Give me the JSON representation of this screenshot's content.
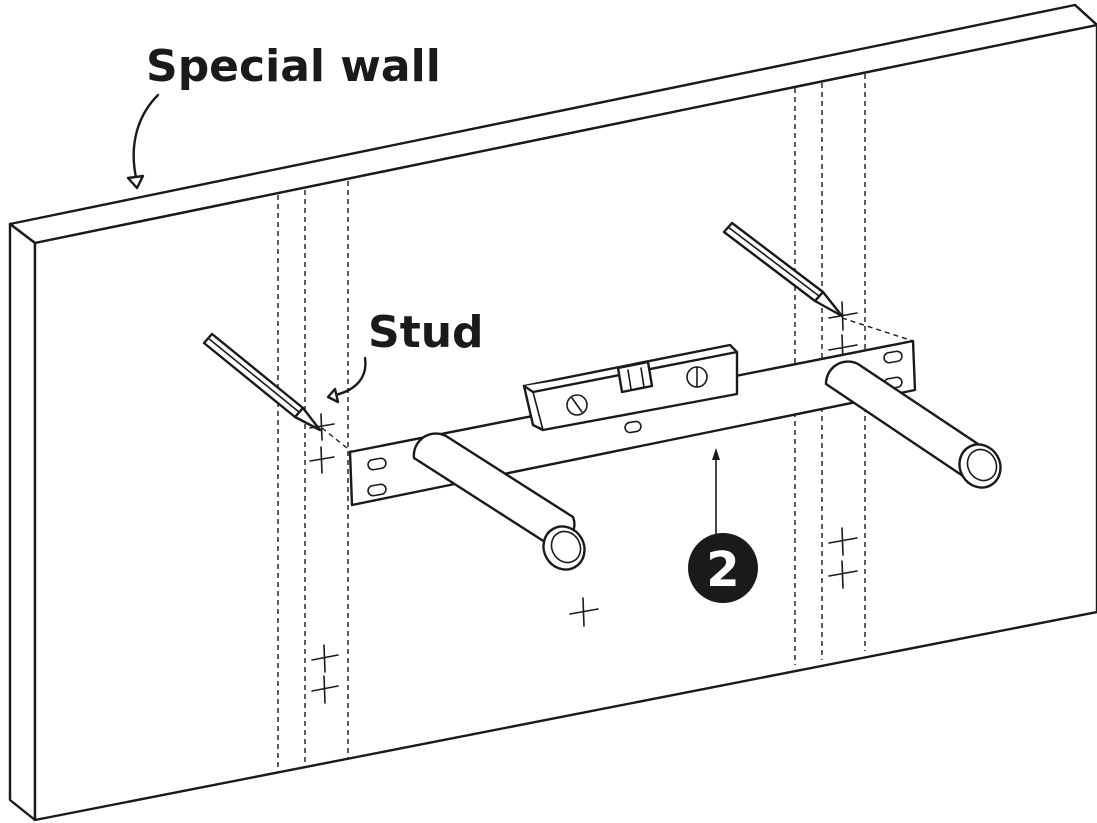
{
  "labels": {
    "wall": "Special wall",
    "stud": "Stud",
    "part_number": "2"
  },
  "colors": {
    "line": "#1a1a1a",
    "background": "#ffffff"
  }
}
